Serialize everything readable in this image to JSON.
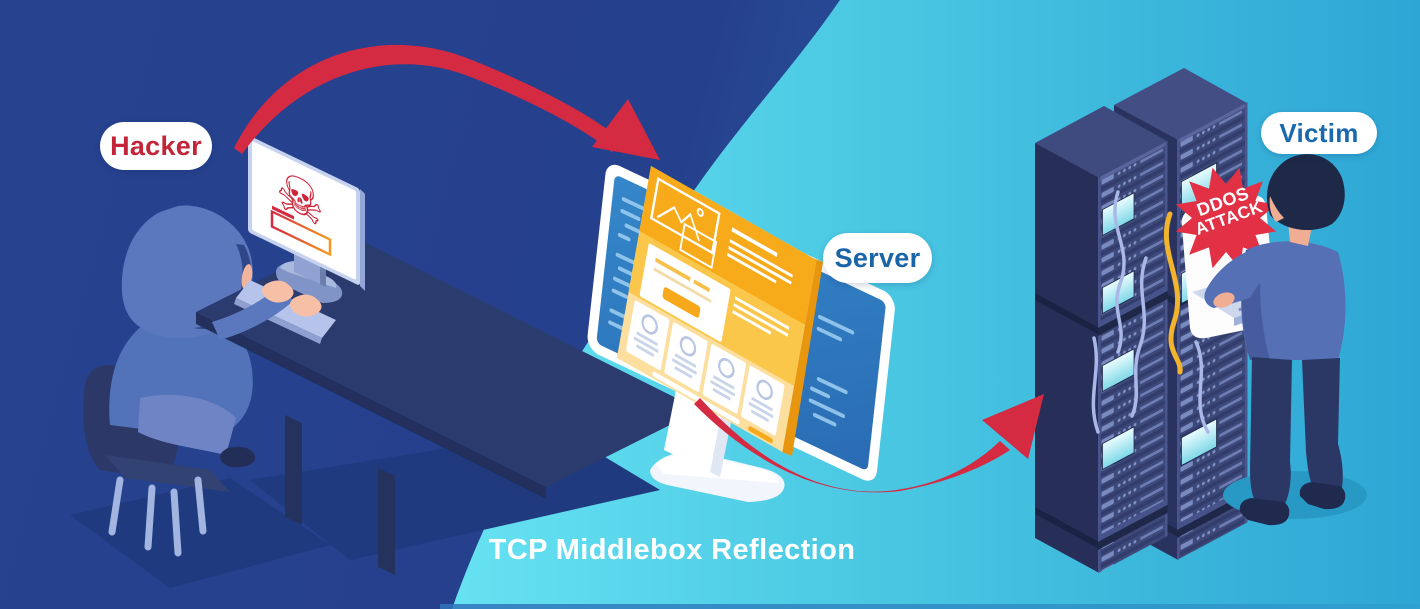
{
  "title": {
    "text": "TCP Middlebox Reflection"
  },
  "labels": {
    "hacker": "Hacker",
    "server": "Server",
    "victim": "Victim"
  },
  "badge": {
    "line1": "DDOS",
    "line2": "ATTACK"
  },
  "icons": {
    "skull_crossbones": "☠",
    "attack_arrow": "curved-red-arrow"
  },
  "colors": {
    "background_navy": "#25408d",
    "blob_teal_light": "#66e2f2",
    "blob_teal_deep": "#2ea6d5",
    "accent_red": "#d42a42",
    "hacker_label_red": "#c32438",
    "server_label_blue": "#1a64a8",
    "victim_label_blue": "#1a68ae",
    "webpage_yellow": "#f7ab1a",
    "rack_navy": "#333d6d",
    "screen_blue": "#2e7ec6",
    "white": "#ffffff"
  }
}
